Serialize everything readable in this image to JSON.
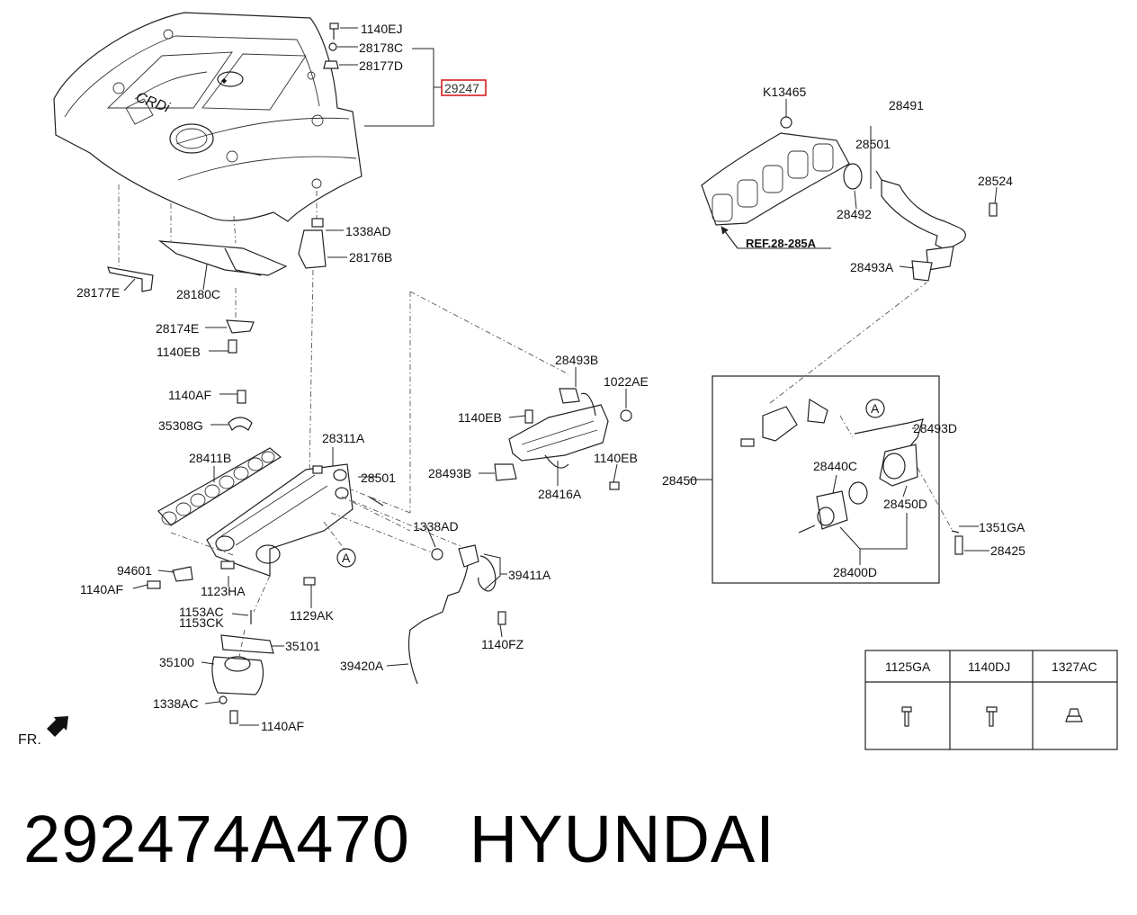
{
  "caption": {
    "part_number": "292474A470",
    "brand": "HYUNDAI"
  },
  "highlight_color": "#d62020",
  "labels": {
    "c1140EJ": "1140EJ",
    "c28178C": "28178C",
    "c28177D": "28177D",
    "c29247": "29247",
    "c1338AD_top": "1338AD",
    "c28176B": "28176B",
    "c28177E": "28177E",
    "c28180C": "28180C",
    "c28174E": "28174E",
    "c1140EB_a": "1140EB",
    "c1140AF_a": "1140AF",
    "c35308G": "35308G",
    "c28411B": "28411B",
    "c28311A": "28311A",
    "c28501_a": "28501",
    "c94601": "94601",
    "c1140AF_b": "1140AF",
    "c1123HA": "1123HA",
    "c1153AC": "1153AC",
    "c1153CK": "1153CK",
    "c1129AK": "1129AK",
    "c35101": "35101",
    "c35100": "35100",
    "c1338AC": "1338AC",
    "c1140AF_c": "1140AF",
    "c1338AD_mid": "1338AD",
    "c39411A": "39411A",
    "c1140FZ": "1140FZ",
    "c39420A": "39420A",
    "c28493B": "28493B",
    "c1022AE": "1022AE",
    "c1140EB_b": "1140EB",
    "c28493B_b": "28493B",
    "c28416A": "28416A",
    "c1140EB_c": "1140EB",
    "cK13465": "K13465",
    "c28491": "28491",
    "c28501_b": "28501",
    "c28524": "28524",
    "c28492": "28492",
    "cREF": "REF.28-285A",
    "c28493A": "28493A",
    "c28493D": "28493D",
    "c28450": "28450",
    "c28440C": "28440C",
    "c28450D": "28450D",
    "c1351GA": "1351GA",
    "c28425": "28425",
    "c28400D": "28400D",
    "circleA_a": "A",
    "circleA_b": "A",
    "fr": "FR."
  },
  "legend_table": {
    "headers": [
      "1125GA",
      "1140DJ",
      "1327AC"
    ],
    "icons": [
      "bolt-icon",
      "bolt-icon",
      "nut-icon"
    ]
  }
}
